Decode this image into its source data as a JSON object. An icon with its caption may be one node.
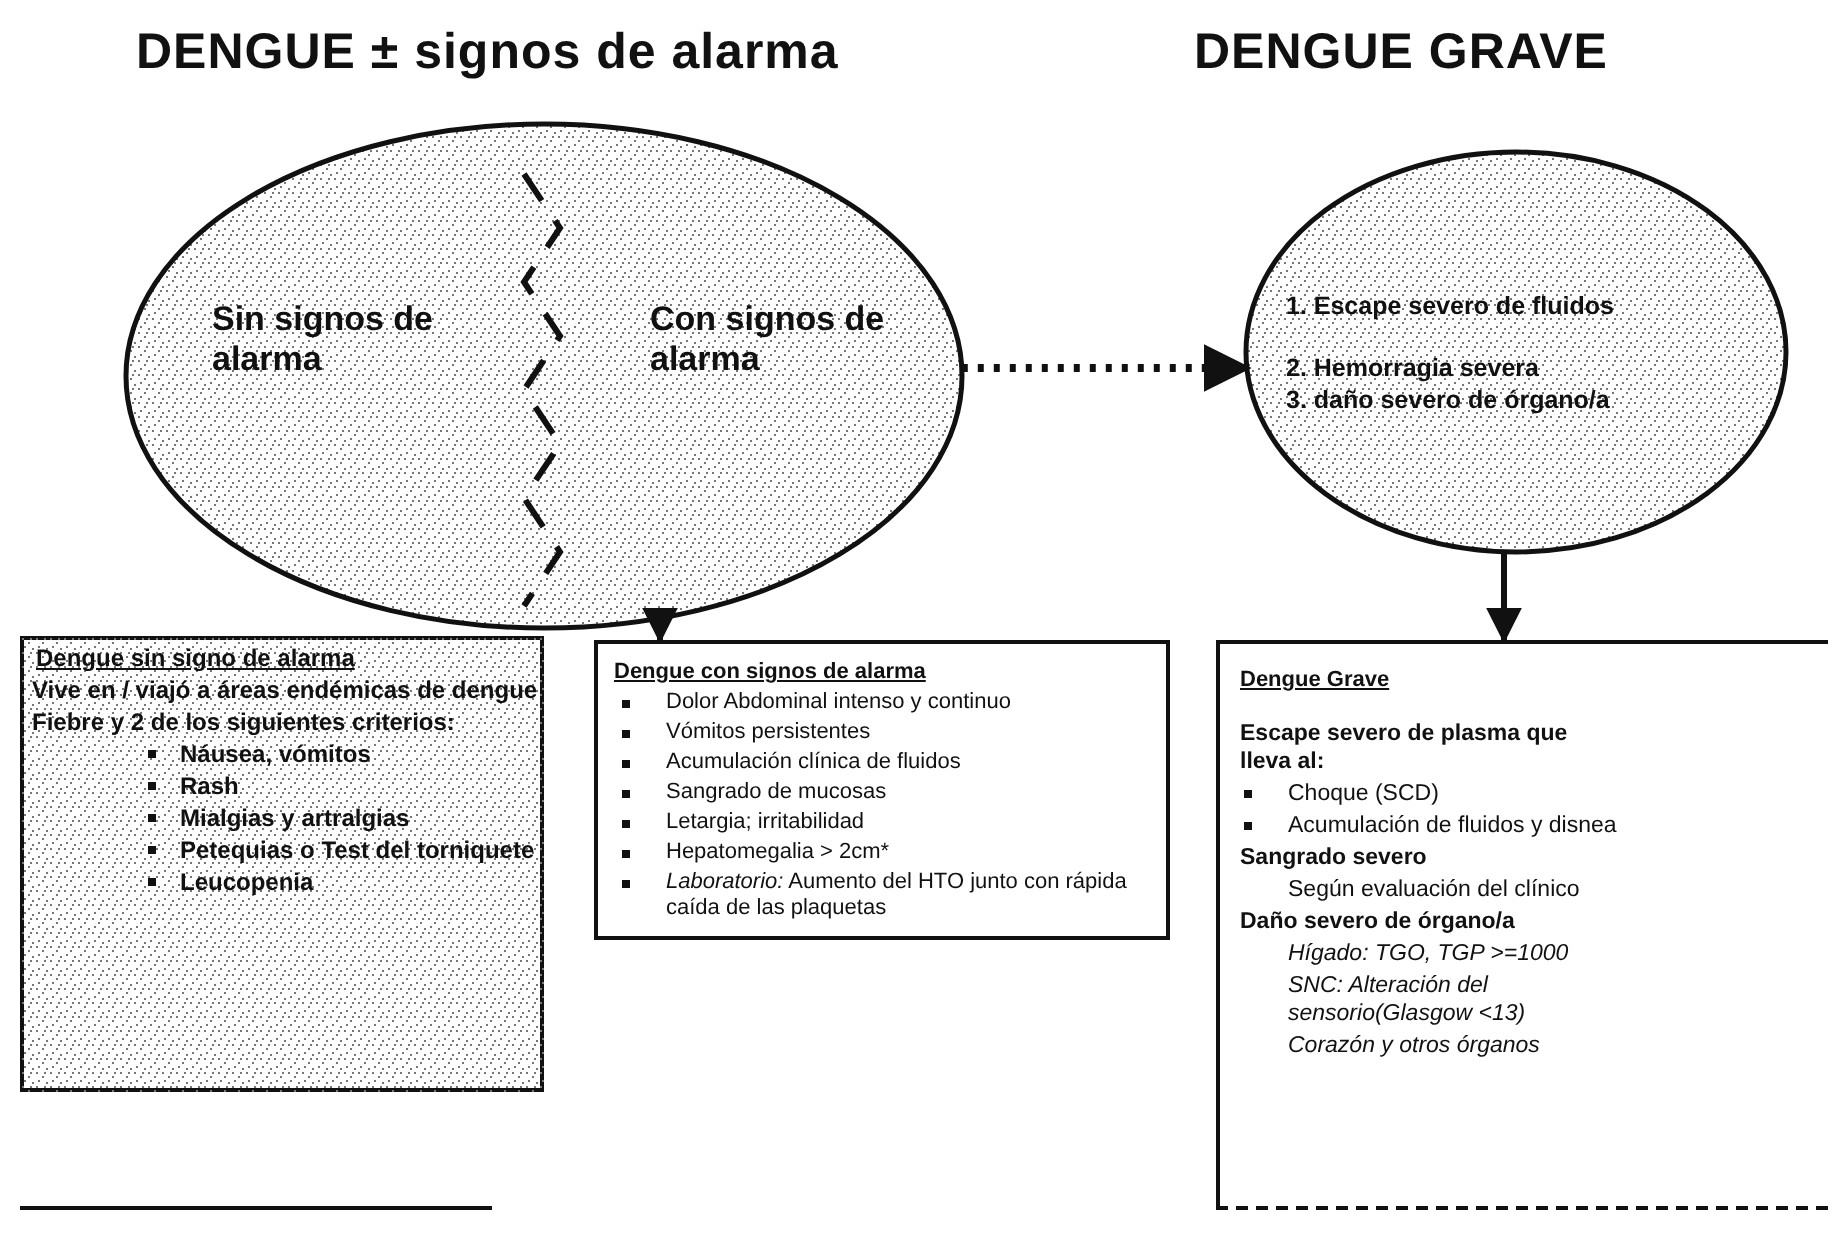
{
  "diagram": {
    "nodes": [
      {
        "text": [
          "DENGUE ± signos de alarma",
          "Sin signos de alarma",
          "Con signos de alarma"
        ]
      },
      {
        "text": [
          "DENGUE GRAVE",
          "1. Escape severo de fluidos",
          "2. Hemorragia severa",
          "3. daño severo de órgano/a"
        ]
      },
      {
        "text": [
          "Dengue sin signo de alarma",
          "Vive en / viajó a áreas endémicas de dengue",
          "Fiebre y 2 de los siguientes criterios:",
          "Náusea, vómitos",
          "Rash",
          "Mialgias y artralgias",
          "Petequias o Test del torniquete",
          "Leucopenia"
        ]
      },
      {
        "text": [
          "Dengue con signos de alarma",
          "Dolor Abdominal intenso y continuo",
          "Vómitos persistentes",
          "Acumulación clínica de fluidos",
          "Sangrado de mucosas",
          "Letargia; irritabilidad",
          "Hepatomegalia > 2cm*",
          "*Laboratorio:* Aumento del HTO junto con rápida caída de las plaquetas"
        ]
      },
      {
        "text": [
          "Dengue Grave",
          "Escape severo de plasma que lleva al:",
          "Choque (SCD)",
          "Acumulación de fluidos y disnea",
          "Sangrado severo",
          "Según evaluación del clínico",
          "Daño severo de órgano/a",
          "Hígado: TGO, TGP >=1000",
          "SNC: Alteración del sensorio(Glasgow <13)",
          "Corazón y otros órganos"
        ]
      }
    ],
    "edges": [
      {
        "from": 0,
        "to": 3,
        "arrow": "to"
      },
      {
        "from": 0,
        "to": 1,
        "arrow": "to",
        "style": "dashed"
      },
      {
        "from": 1,
        "to": 4,
        "arrow": "to"
      }
    ]
  }
}
